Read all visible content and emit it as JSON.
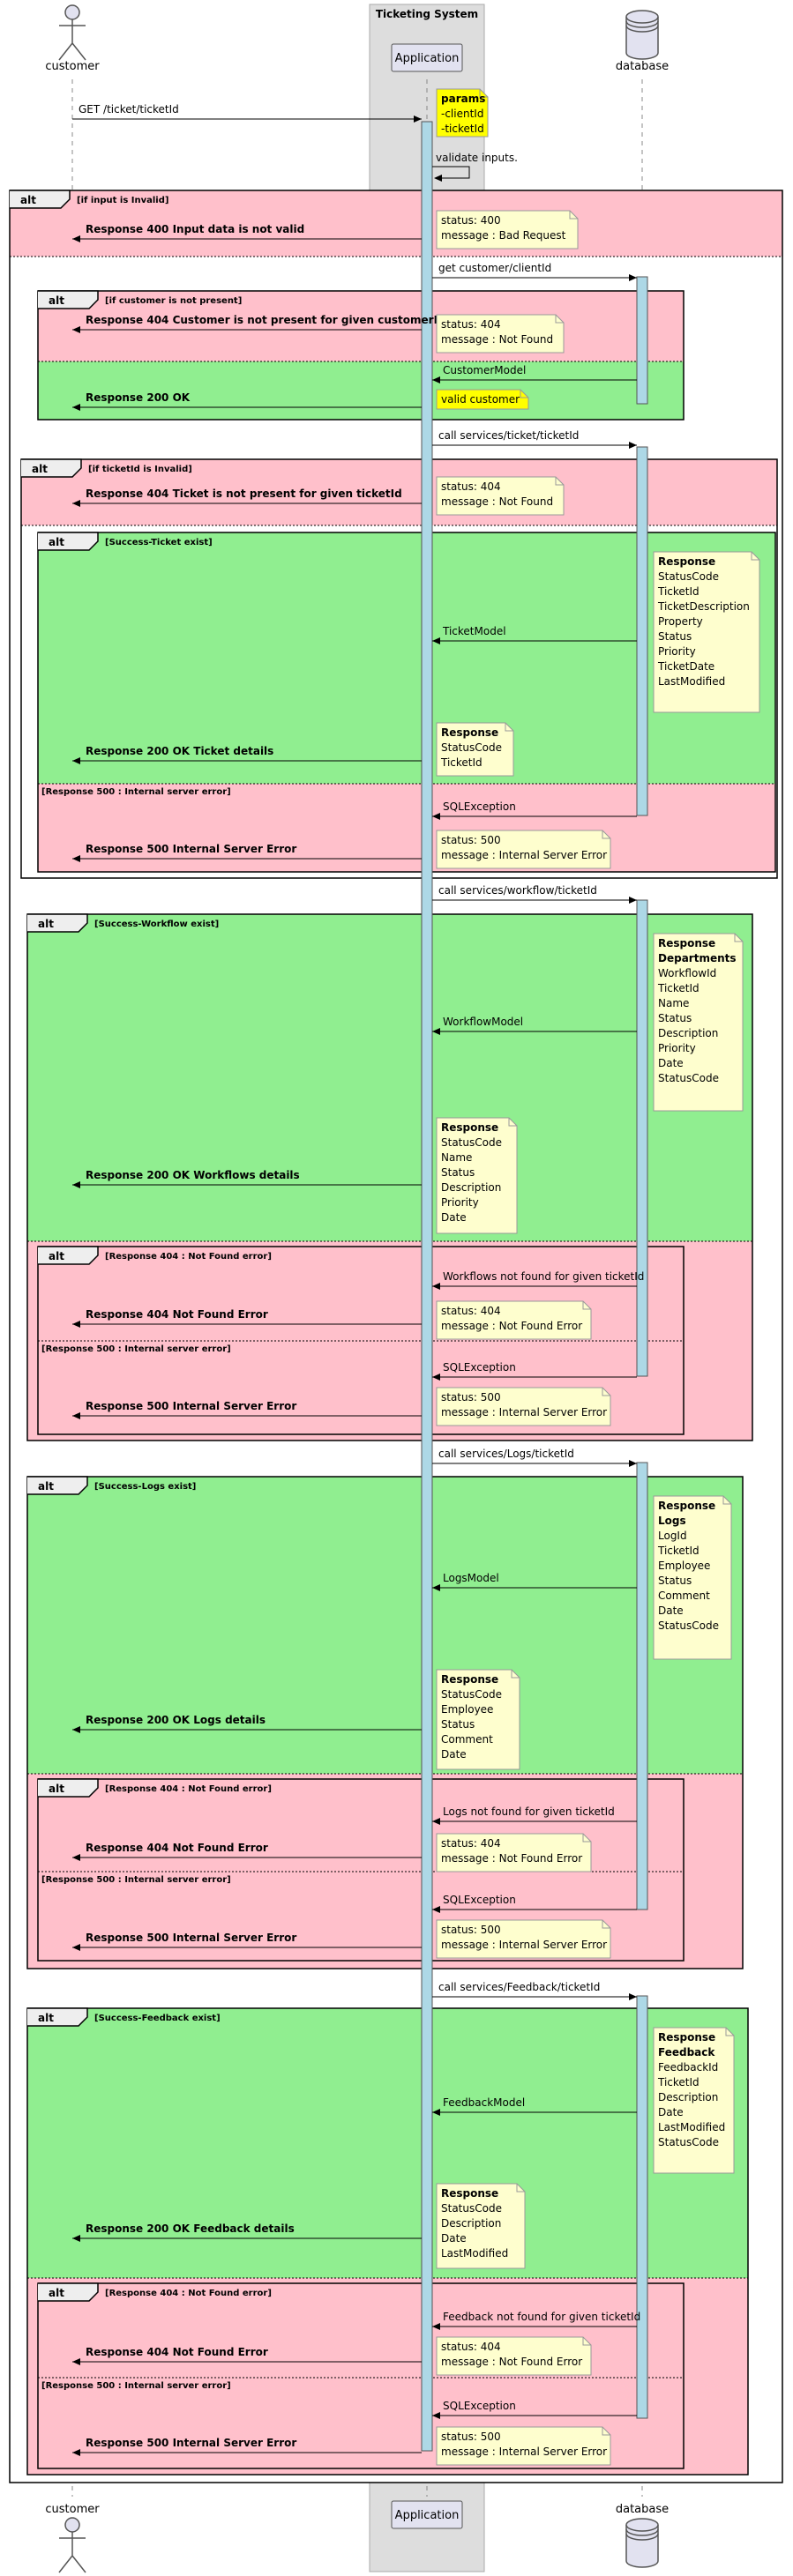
{
  "participants": {
    "customer": "customer",
    "application": "Application",
    "database": "database",
    "box_title": "Ticketing System"
  },
  "keyword_alt": "alt",
  "messages": {
    "get_ticket": "GET /ticket/ticketId",
    "validate": "validate inputs.",
    "r400": "Response 400 Input data is not valid",
    "get_customer": "get customer/clientId",
    "r404_customer": "Response 404 Customer is not present for given customerId",
    "customer_model": "CustomerModel",
    "r200_ok": "Response 200 OK",
    "call_ticket": "call services/ticket/ticketId",
    "r404_ticket": "Response 404 Ticket is not present for given ticketId",
    "ticket_model": "TicketModel",
    "r200_ticket": "Response 200 OK Ticket details",
    "sqlexception": "SQLException",
    "r500": "Response 500 Internal Server Error",
    "call_workflow": "call services/workflow/ticketId",
    "workflow_model": "WorkflowModel",
    "r200_workflows": "Response 200 OK Workflows details",
    "wf_not_found": "Workflows not found for given ticketId",
    "r404_not_found": "Response 404 Not Found Error",
    "call_logs": "call services/Logs/ticketId",
    "logs_model": "LogsModel",
    "r200_logs": "Response 200 OK Logs details",
    "logs_not_found": "Logs not found for given ticketId",
    "call_feedback": "call services/Feedback/ticketId",
    "feedback_model": "FeedbackModel",
    "r200_feedback": "Response 200 OK Feedback details",
    "fb_not_found": "Feedback not found for given ticketId"
  },
  "conditions": {
    "input_invalid": "[if input is Invalid]",
    "customer_not_present": "[if customer is not present]",
    "ticket_invalid": "[if ticketId is Invalid]",
    "ticket_exist": "[Success-Ticket exist]",
    "r500_ise": "[Response 500 : Internal server error]",
    "workflow_exist": "[Success-Workflow exist]",
    "r404_nf": "[Response 404 : Not Found error]",
    "logs_exist": "[Success-Logs exist]",
    "feedback_exist": "[Success-Feedback exist]"
  },
  "notes": {
    "params": [
      "params",
      "-clientId",
      "-ticketId"
    ],
    "bad_request": [
      "status: 400",
      "message : Bad Request"
    ],
    "not_found": [
      "status: 404",
      "message : Not Found"
    ],
    "valid_customer": [
      "valid customer"
    ],
    "ticket_db": [
      "Response",
      "StatusCode",
      "TicketId",
      "TicketDescription",
      "Property",
      "Status",
      "Priority",
      "TicketDate",
      "LastModified"
    ],
    "ticket_app": [
      "Response",
      "StatusCode",
      "TicketId"
    ],
    "ise": [
      "status: 500",
      "message : Internal Server Error"
    ],
    "workflow_db": [
      "Response",
      "Departments",
      "WorkflowId",
      "TicketId",
      "Name",
      "Status",
      "Description",
      "Priority",
      "Date",
      "StatusCode"
    ],
    "workflow_app": [
      "Response",
      " StatusCode",
      " Name",
      " Status",
      " Description",
      " Priority",
      " Date"
    ],
    "nf_error": [
      "status: 404",
      "message : Not Found Error"
    ],
    "logs_db": [
      "Response",
      "Logs",
      "LogId",
      "TicketId",
      "Employee",
      "Status",
      "Comment",
      "Date",
      "StatusCode"
    ],
    "logs_app": [
      "Response",
      "  StatusCode",
      "  Employee",
      "  Status",
      "  Comment",
      "  Date"
    ],
    "feedback_db": [
      "Response",
      "Feedback",
      "FeedbackId",
      "TicketId",
      "Description",
      "Date",
      "LastModified",
      "StatusCode"
    ],
    "feedback_app": [
      "Response",
      "  StatusCode",
      "  Description",
      "  Date",
      "  LastModified"
    ]
  },
  "colors": {
    "pink": "#ffc0cb",
    "green": "#90ee90",
    "note": "#fefece",
    "note_yellow": "#ffff00",
    "activation": "#add8e6",
    "box": "#dddddd",
    "participant": "#e2e2f0"
  }
}
